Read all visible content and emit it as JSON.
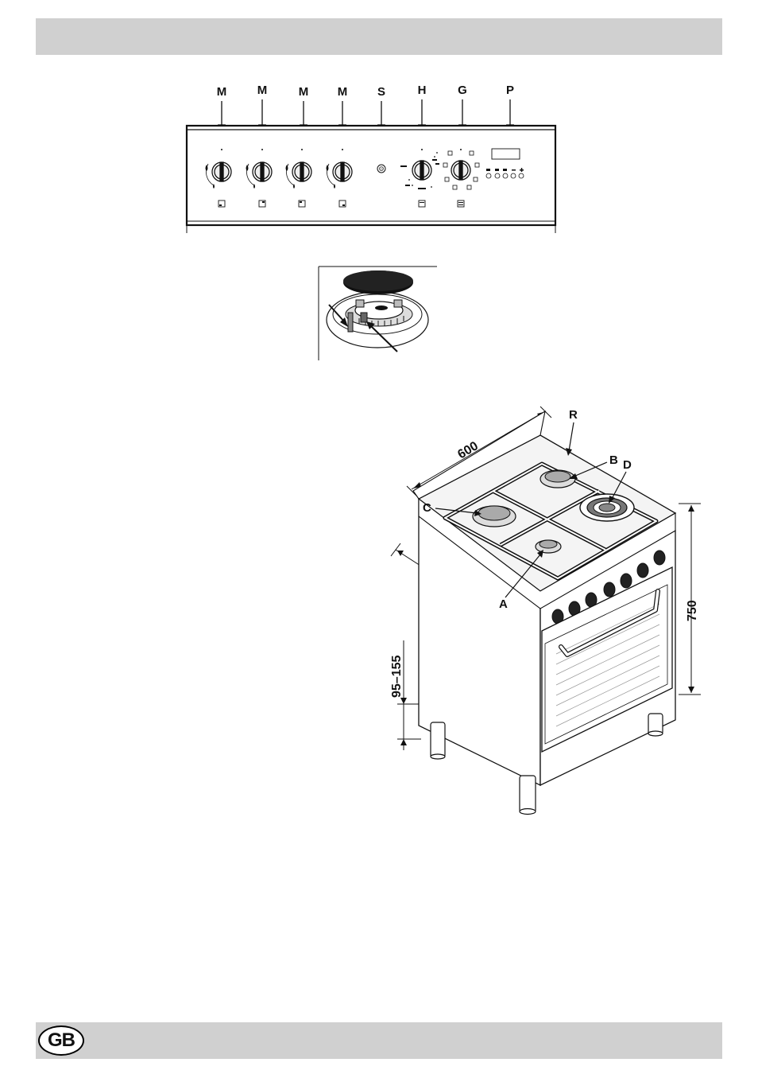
{
  "header": {
    "title": ""
  },
  "control_panel": {
    "labels": [
      "M",
      "M",
      "M",
      "M",
      "S",
      "H",
      "G",
      "P"
    ]
  },
  "cooker": {
    "burner_labels": {
      "r": "R",
      "b": "B",
      "d": "D",
      "c": "C",
      "a": "A"
    },
    "dimensions": {
      "width_top": "600",
      "depth": "600",
      "height": "750",
      "feet": "95–155"
    }
  },
  "footer": {
    "badge": "GB"
  }
}
